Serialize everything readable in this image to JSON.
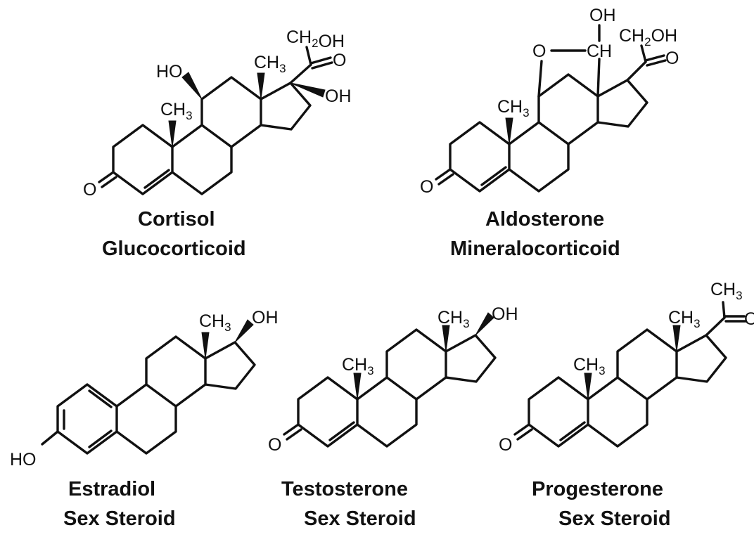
{
  "molecules": [
    {
      "name": "Cortisol",
      "class": "Glucocorticoid",
      "labels": {
        "side_chain_ch2oh": "CH2OH",
        "ketone_o": "O",
        "oh_17": "OH",
        "ho_11": "HO",
        "methyl_13": "CH3",
        "methyl_10": "CH3",
        "ketone_3": "O"
      }
    },
    {
      "name": "Aldosterone",
      "class": "Mineralocorticoid",
      "labels": {
        "hemiacetal_oh": "OH",
        "hemiacetal_ch": "CH",
        "ring_o": "O",
        "side_chain_ch2oh": "CH2OH",
        "ketone_o": "O",
        "methyl_10": "CH3",
        "ketone_3": "O"
      }
    },
    {
      "name": "Estradiol",
      "class": "Sex Steroid",
      "labels": {
        "methyl_13": "CH3",
        "oh_17": "OH",
        "ho_3": "HO"
      }
    },
    {
      "name": "Testosterone",
      "class": "Sex Steroid",
      "labels": {
        "methyl_13": "CH3",
        "oh_17": "OH",
        "methyl_10": "CH3",
        "ketone_3": "O"
      }
    },
    {
      "name": "Progesterone",
      "class": "Sex Steroid",
      "labels": {
        "acetyl_ch3": "CH3",
        "acetyl_o": "O",
        "methyl_13": "CH3",
        "methyl_10": "CH3",
        "ketone_3": "O"
      }
    }
  ]
}
